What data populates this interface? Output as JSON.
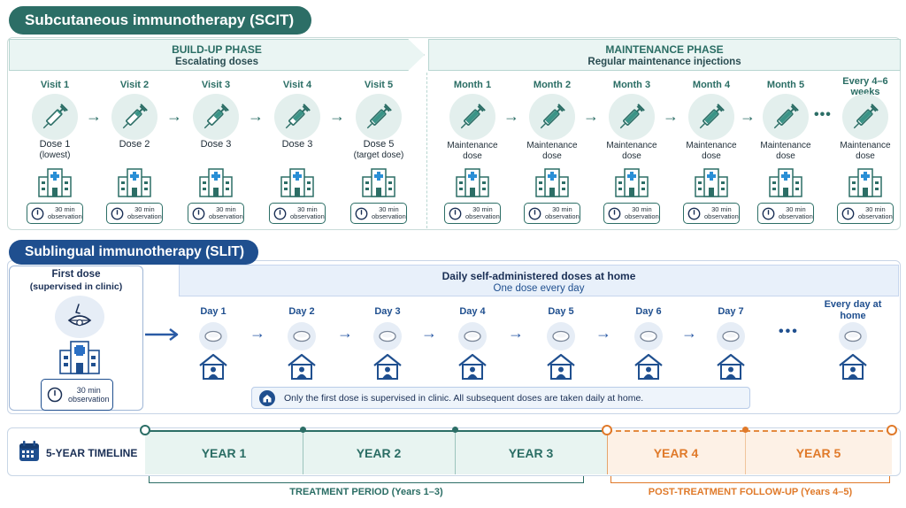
{
  "scit": {
    "title": "Subcutaneous immunotherapy (SCIT)",
    "buildup": {
      "title": "BUILD-UP PHASE",
      "subtitle": "Escalating doses"
    },
    "maintenance": {
      "title": "MAINTENANCE PHASE",
      "subtitle": "Regular maintenance injections"
    },
    "observation_line1": "30 min",
    "observation_line2": "observation",
    "visits": [
      {
        "label": "Visit 1",
        "dose": "Dose 1",
        "note": "(lowest)",
        "fill": 0.1
      },
      {
        "label": "Visit 2",
        "dose": "Dose 2",
        "note": "",
        "fill": 0.3
      },
      {
        "label": "Visit 3",
        "dose": "Dose 3",
        "note": "",
        "fill": 0.5
      },
      {
        "label": "Visit 4",
        "dose": "Dose 3",
        "note": "",
        "fill": 0.7
      },
      {
        "label": "Visit 5",
        "dose": "Dose 5",
        "note": "(target dose)",
        "fill": 0.9
      }
    ],
    "months": [
      {
        "label": "Month 1",
        "dose1": "Maintenance",
        "dose2": "dose"
      },
      {
        "label": "Month 2",
        "dose1": "Maintenance",
        "dose2": "dose"
      },
      {
        "label": "Month 3",
        "dose1": "Maintenance",
        "dose2": "dose"
      },
      {
        "label": "Month 4",
        "dose1": "Maintenance",
        "dose2": "dose"
      },
      {
        "label": "Month 5",
        "dose1": "Maintenance",
        "dose2": "dose"
      },
      {
        "label": "Every 4–6 weeks",
        "dose1": "Maintenance",
        "dose2": "dose"
      }
    ],
    "colors": {
      "primary": "#2c6e66",
      "tint": "#e3efed",
      "fill": "#3a9487"
    }
  },
  "slit": {
    "title": "Sublingual immunotherapy (SLIT)",
    "first_dose": {
      "title": "First dose",
      "subtitle": "(supervised in clinic)",
      "obs1": "30 min",
      "obs2": "observation"
    },
    "daily": {
      "title": "Daily self-administered doses at home",
      "subtitle": "One dose every day"
    },
    "days": [
      "Day 1",
      "Day 2",
      "Day 3",
      "Day 4",
      "Day 5",
      "Day 6",
      "Day 7"
    ],
    "every_day": "Every day at home",
    "note": "Only the first dose is supervised in clinic. All subsequent doses are taken daily at home.",
    "colors": {
      "primary": "#1f4f8f",
      "tint": "#e6edf6"
    }
  },
  "timeline": {
    "label": "5-YEAR TIMELINE",
    "years": [
      "YEAR 1",
      "YEAR 2",
      "YEAR 3",
      "YEAR 4",
      "YEAR 5"
    ],
    "treatment_period": "TREATMENT PERIOD (Years 1–3)",
    "followup": "POST-TREATMENT FOLLOW-UP (Years 4–5)",
    "colors": {
      "treatment": "#2c6e66",
      "followup": "#e07a2a"
    }
  }
}
